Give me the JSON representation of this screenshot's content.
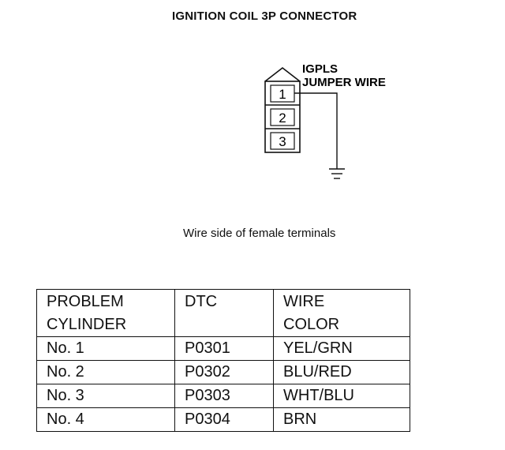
{
  "title": "IGNITION COIL 3P CONNECTOR",
  "connector": {
    "label_line1": "IGPLS",
    "label_line2": "JUMPER WIRE",
    "terminals": [
      "1",
      "2",
      "3"
    ]
  },
  "caption": "Wire side of female terminals",
  "table": {
    "headers": {
      "col1": [
        "PROBLEM",
        "CYLINDER"
      ],
      "col2": [
        "DTC"
      ],
      "col3": [
        "WIRE",
        "COLOR"
      ]
    },
    "rows": [
      {
        "cylinder": "No. 1",
        "dtc": "P0301",
        "color": "YEL/GRN"
      },
      {
        "cylinder": "No. 2",
        "dtc": "P0302",
        "color": "BLU/RED"
      },
      {
        "cylinder": "No. 3",
        "dtc": "P0303",
        "color": "WHT/BLU"
      },
      {
        "cylinder": "No. 4",
        "dtc": "P0304",
        "color": "BRN"
      }
    ]
  }
}
